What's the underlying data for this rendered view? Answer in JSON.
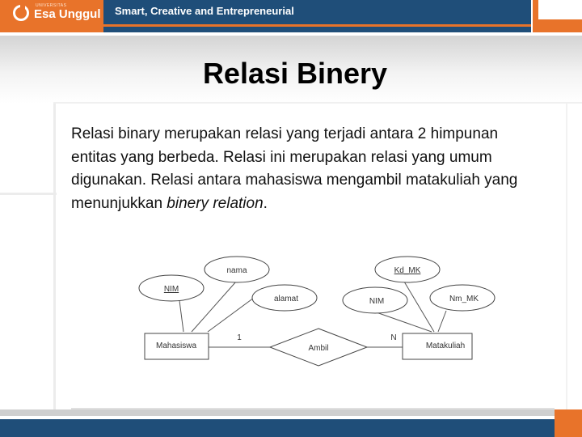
{
  "header": {
    "logo_small": "UNIVERSITAS",
    "logo_text": "Esa Unggul",
    "tagline": "Smart, Creative and Entrepreneurial"
  },
  "slide": {
    "title": "Relasi Binery",
    "body_plain": "Relasi binary merupakan relasi yang terjadi antara 2 himpunan entitas yang berbeda. Relasi ini merupakan relasi yang umum digunakan. Relasi antara mahasiswa mengambil matakuliah yang menunjukkan ",
    "body_italic": "binery relation",
    "body_end": "."
  },
  "diagram": {
    "entities": [
      "Mahasiswa",
      "Matakuliah"
    ],
    "relationship": "Ambil",
    "attributes": [
      "NIM",
      "nama",
      "alamat",
      "NIM",
      "Kd_MK",
      "Nm_MK"
    ],
    "cardinality_left": "1",
    "cardinality_right": "N"
  },
  "colors": {
    "brand_blue": "#1f4e79",
    "brand_orange": "#e8732a"
  }
}
